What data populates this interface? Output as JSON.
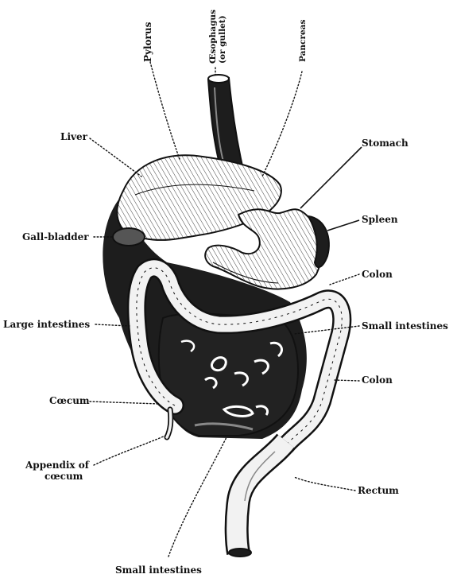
{
  "diagram": {
    "labels": {
      "pylorus": "Pylorus",
      "oesophagus_line1": "Œsophagus",
      "oesophagus_line2": "(or gullet)",
      "pancreas": "Pancreas",
      "liver": "Liver",
      "stomach": "Stomach",
      "gall_bladder": "Gall-bladder",
      "spleen": "Spleen",
      "colon_upper": "Colon",
      "large_intestines": "Large intestines",
      "small_intestines_right": "Small intestines",
      "colon_lower": "Colon",
      "caecum": "Cœcum",
      "appendix_line1": "Appendix of",
      "appendix_line2": "cœcum",
      "rectum": "Rectum",
      "small_intestines_bottom": "Small intestines"
    },
    "colors": {
      "ink": "#111111",
      "paper": "#ffffff",
      "shade": "#2a2a2a",
      "light": "#f2f2f2"
    }
  }
}
